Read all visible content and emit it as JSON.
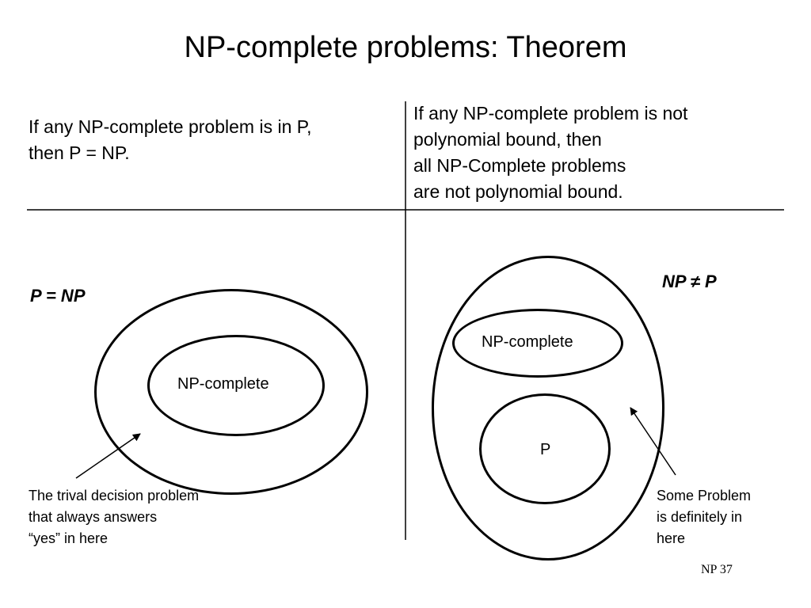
{
  "title": "NP-complete problems: Theorem",
  "left_panel": {
    "statement_lines": [
      "If any NP-complete problem is in P,",
      "then P = NP."
    ],
    "relation_label": "P = NP",
    "inner_label": "NP-complete",
    "caption_lines": [
      "The trival decision problem",
      "that always answers",
      "“yes” in here"
    ]
  },
  "right_panel": {
    "statement_lines": [
      "If any NP-complete problem is not",
      "polynomial bound, then",
      "all NP-Complete problems",
      "are not polynomial bound."
    ],
    "relation_label": "NP ≠ P",
    "upper_label": "NP-complete",
    "lower_label": "P",
    "caption_lines": [
      "Some Problem",
      "is definitely in",
      "here"
    ]
  },
  "slide_number": "NP 37"
}
